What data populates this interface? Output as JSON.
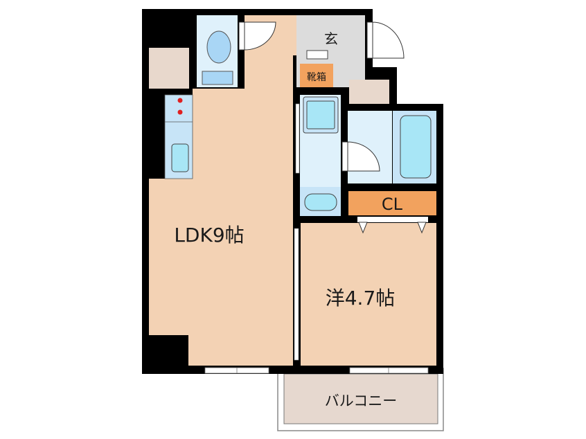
{
  "floorplan": {
    "rooms": {
      "ldk": "LDK9帖",
      "western": "洋4.7帖",
      "entrance": "玄",
      "shoe_box": "靴箱",
      "closet": "CL",
      "balcony": "バルコニー"
    },
    "colors": {
      "wall": "#000000",
      "floor": "#f3d2b4",
      "wet_area": "#dff1fb",
      "fixture": "#a8e6f6",
      "entrance": "#dcdcdc",
      "storage": "#e8d8cc",
      "orange": "#f2a25e",
      "balcony": "#e6d8cf"
    }
  }
}
